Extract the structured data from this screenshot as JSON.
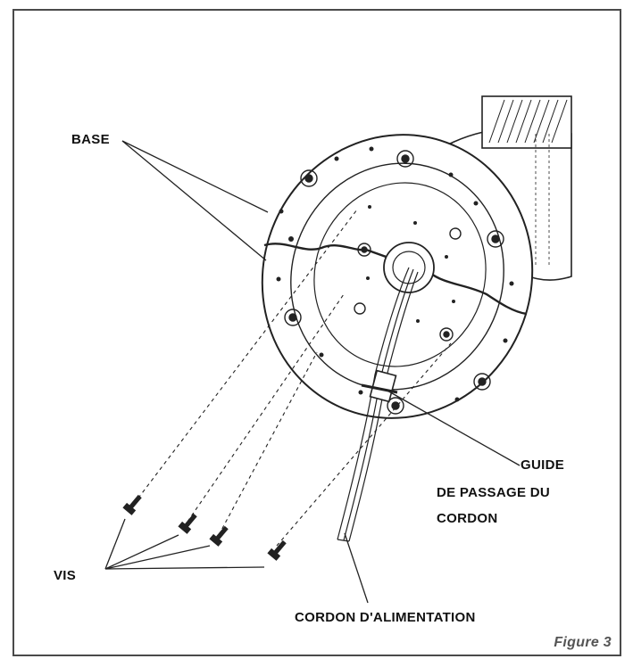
{
  "labels": {
    "base": "BASE",
    "vis": "VIS",
    "guide_line1": "GUIDE",
    "guide_line2": "DE PASSAGE DU",
    "guide_line3": "CORDON",
    "cordon": "CORDON D'ALIMENTATION",
    "figure": "Figure 3"
  }
}
